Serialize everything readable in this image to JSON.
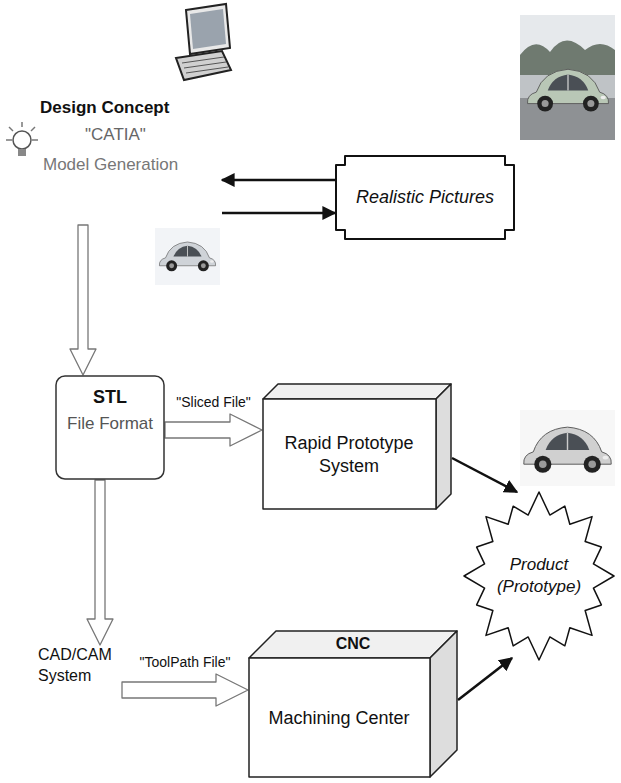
{
  "diagram": {
    "nodes": [
      {
        "text": [
          "Design Concept",
          "\"CATIA\"",
          "Model Generation"
        ]
      },
      {
        "text": [
          "Realistic Pictures"
        ]
      },
      {
        "text": [
          "STL",
          "File Format"
        ]
      },
      {
        "text": [
          "Rapid Prototype System"
        ]
      },
      {
        "text": [
          "CAD/CAM System"
        ]
      },
      {
        "text": [
          "CNC",
          "Machining Center"
        ]
      },
      {
        "text": [
          "Product (Prototype)"
        ]
      }
    ],
    "edges": [
      {
        "from": 1,
        "to": 0,
        "arrow": "to"
      },
      {
        "from": 0,
        "to": 1,
        "arrow": "to"
      },
      {
        "from": 0,
        "to": 2,
        "arrow": "to"
      },
      {
        "from": 2,
        "to": 3,
        "label": "\"Sliced File\"",
        "arrow": "to"
      },
      {
        "from": 2,
        "to": 4,
        "arrow": "to"
      },
      {
        "from": 4,
        "to": 5,
        "label": "\"ToolPath File\"",
        "arrow": "to"
      },
      {
        "from": 3,
        "to": 6,
        "arrow": "to"
      },
      {
        "from": 5,
        "to": 6,
        "arrow": "to"
      }
    ]
  }
}
